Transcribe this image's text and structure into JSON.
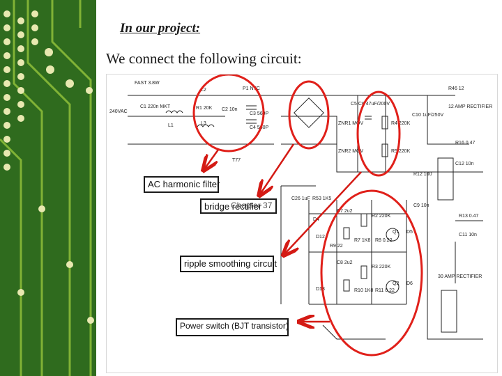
{
  "slide": {
    "title": "In our project:",
    "subtitle": "We connect the following circuit:"
  },
  "diagram": {
    "callouts": {
      "ac_harmonic_filter": "AC harmonic filter",
      "bridge_rectifier": "bridge rectifier",
      "bridge_overlap": "Chapter 37",
      "ripple_smoothing": "ripple smoothing circuit",
      "power_switch": "Power switch (BJT transistor)"
    },
    "labels": {
      "supply": "240VAC",
      "fuse": "FAST 3.8W",
      "c1": "C1 220n MKT",
      "l1": "L1",
      "l2": "L2",
      "l3": "L3",
      "r1": "R1 20K",
      "c2": "C2 10n",
      "p1": "P1 NTC",
      "c3": "C3 560P",
      "c4": "C4 560P",
      "c5c6": "C5,C6 47uF/200V",
      "zr1": "ZNR1 MOV",
      "zr2": "ZNR2 MOV",
      "r4": "R4 220K",
      "r5": "R5 220K",
      "c10": "C10 1uF/250V",
      "r46": "R46 12",
      "rect1": "12 AMP RECTIFIER",
      "r16": "R16 0.47",
      "c12": "C12 10n",
      "r12": "R12 100",
      "c9": "C9 10n",
      "c26": "C26 1uF",
      "r53": "R53 1K5",
      "c7": "C7 2u2",
      "r2": "R2 220K",
      "r7": "R7 1K8",
      "r8": "R8 0.22",
      "c8": "C8 2u2",
      "r3": "R3 220K",
      "r10": "R10 1K8",
      "r11": "R11 0.22",
      "q1": "Q1",
      "q2": "Q2",
      "d5": "D5",
      "d6": "D6",
      "r13": "R13 0.47",
      "c11": "C11 10n",
      "rect2": "30 AMP RECTIFIER",
      "r9": "R9 22",
      "d12": "D12",
      "d13": "D13",
      "d4": "D4",
      "t77": "T77"
    }
  },
  "colors": {
    "accent": "#2f6b1e",
    "circle": "#e0201a",
    "arrow": "#d41a14"
  }
}
